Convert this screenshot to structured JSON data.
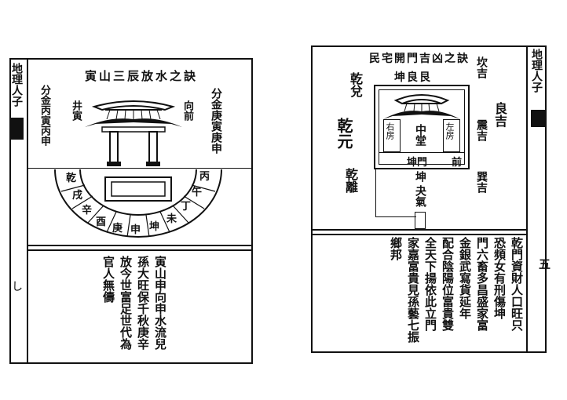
{
  "left_page": {
    "margin_label": "地理人子",
    "title": "寅山三辰放水之訣",
    "side_right": "分金庚寅庚申",
    "side_left": "分金丙寅丙申",
    "label_kou": "井寅",
    "label_qian": "向前",
    "arc_cells": [
      "乾",
      "戌",
      "辛",
      "酉",
      "庚",
      "申",
      "坤",
      "未",
      "丁",
      "午",
      "丙"
    ],
    "page_mark": "し",
    "text_cols": [
      "寅山申向申水流兒",
      "孫大旺保千秋庚辛",
      "放今世富足世代為",
      "官人無儔"
    ]
  },
  "right_page": {
    "margin_label": "地理人子",
    "title": "民宅開門吉凶之訣",
    "left_labels": [
      "乾兌",
      "乾元",
      "乾離"
    ],
    "right_labels": [
      "坎吉",
      "良吉",
      "震吉",
      "巽吉"
    ],
    "arc_top": "坤良艮",
    "hall_main": "中堂",
    "hall_left": "右房",
    "hall_right": "左房",
    "front": "前",
    "door": "坤門",
    "kun": "坤",
    "kun_sub": "夬氣",
    "page_mark": "五",
    "text_cols": [
      "乾門資財人口旺只",
      "恐頻女有刑傷坤",
      "門六畜多昌盛家富",
      "金銀武寫貨延年",
      "配合陰陽位富貴雙",
      "全天下揚依此立門",
      "家嘉富貴見孫藝七振",
      "鄉邦"
    ]
  }
}
